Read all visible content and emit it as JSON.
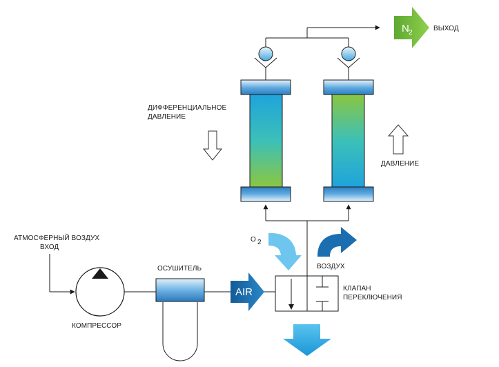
{
  "labels": {
    "outlet": "ВЫХОД",
    "differential_pressure_line1": "ДИФФЕРЕНЦИАЛЬНОЕ",
    "differential_pressure_line2": "ДАВЛЕНИЕ",
    "pressure": "ДАВЛЕНИЕ",
    "atmospheric_air_line1": "АТМОСФЕРНЫЙ ВОЗДУХ",
    "atmospheric_air_line2": "ВХОД",
    "dryer": "ОСУШИТЕЛЬ",
    "compressor": "КОМПРЕССОР",
    "air_exhaust": "ВОЗДУХ",
    "switching_valve_line1": "КЛАПАН",
    "switching_valve_line2": "ПЕРЕКЛЮЧЕНИЯ"
  },
  "arrow_labels": {
    "nitrogen_base": "N",
    "nitrogen_sub": "2",
    "air": "AIR",
    "oxygen_base": "O",
    "oxygen_sub": "2"
  },
  "colors": {
    "line": "#1a1a1a",
    "nitrogen_arrow": "#7dc242",
    "air_arrow": "#1b6fb0",
    "air_exhaust_arrow": "#1b6fb0",
    "oxygen_arrow": "#6ec6ee",
    "exhaust_arrow": "#29a8e0",
    "column_blue": "#1fa3dc",
    "column_green": "#8cc63f",
    "cap_blue": "#5aa6de"
  }
}
